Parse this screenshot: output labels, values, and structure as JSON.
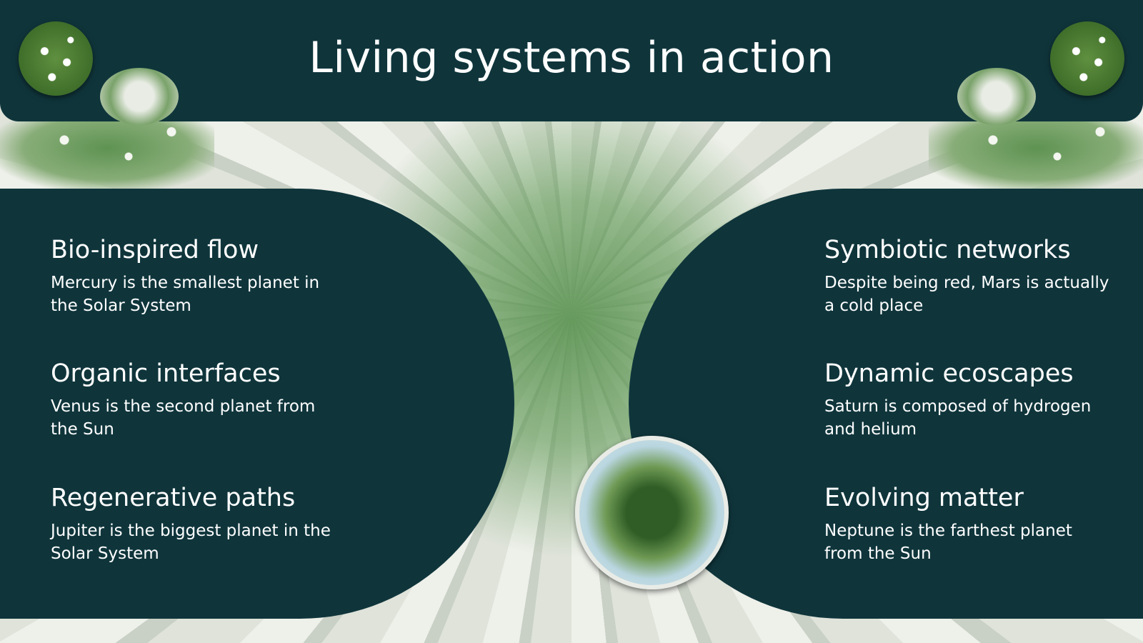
{
  "title": "Living systems in action",
  "colors": {
    "panel": "#0f353b",
    "text": "#ffffff"
  },
  "left_items": [
    {
      "heading": "Bio-inspired flow",
      "text": "Mercury is the smallest planet in the Solar System"
    },
    {
      "heading": "Organic interfaces",
      "text": "Venus is the second planet from the Sun"
    },
    {
      "heading": "Regenerative paths",
      "text": "Jupiter is the biggest planet in the Solar System"
    }
  ],
  "right_items": [
    {
      "heading": "Symbiotic networks",
      "text": "Despite being red, Mars is actually a cold place"
    },
    {
      "heading": "Dynamic ecoscapes",
      "text": "Saturn is composed of hydrogen and helium"
    },
    {
      "heading": "Evolving matter",
      "text": "Neptune is the farthest planet from the Sun"
    }
  ]
}
